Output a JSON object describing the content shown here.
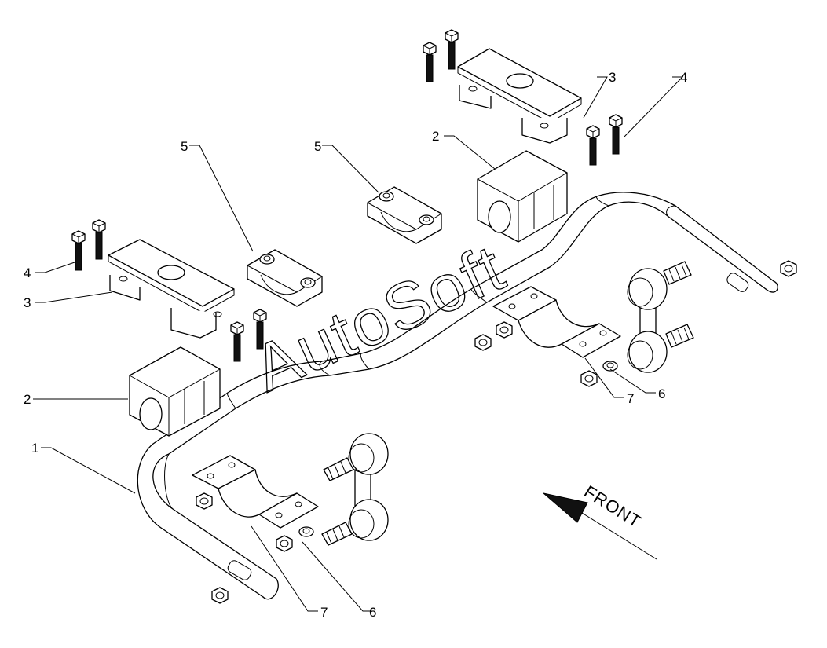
{
  "callouts": {
    "c1": "1",
    "c2a": "2",
    "c2b": "2",
    "c3a": "3",
    "c3b": "3",
    "c4a": "4",
    "c4b": "4",
    "c5a": "5",
    "c5b": "5",
    "c6a": "6",
    "c6b": "6",
    "c7a": "7",
    "c7b": "7"
  },
  "direction_label": "FRONT",
  "watermark": "AutoSoft",
  "colors": {
    "line": "#000000",
    "background": "#ffffff"
  },
  "icons": [
    "stabilizer-bar",
    "bushing",
    "bracket",
    "bolt",
    "clamp",
    "end-link",
    "nut",
    "front-arrow"
  ]
}
